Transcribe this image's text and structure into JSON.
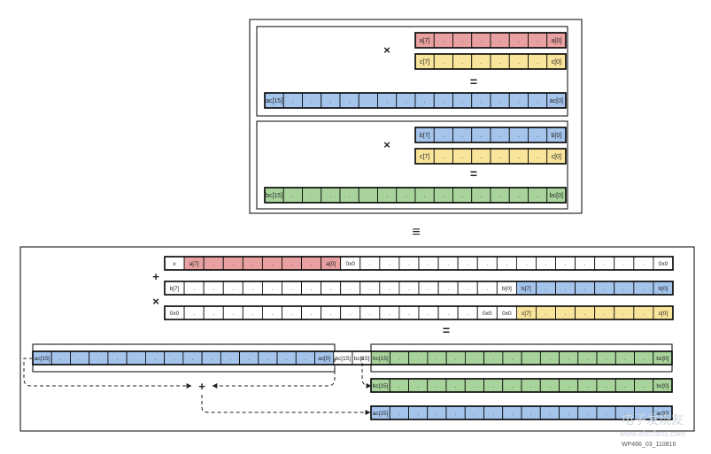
{
  "colors": {
    "red": "#e8a0a0",
    "yellow": "#f8e49a",
    "blue": "#a4c4ec",
    "green": "#a8d49c",
    "white": "#ffffff",
    "stroke": "#000000",
    "arrow": "#222222",
    "text": "#222222",
    "footer": "#555555"
  },
  "operators": {
    "times": "×",
    "equals": "=",
    "equiv": "≡",
    "plus": "+"
  },
  "top_panel": {
    "sub1": {
      "row_a": {
        "left": "a[7]",
        "right": "a[0]",
        "color": "red"
      },
      "row_c": {
        "left": "c[7]",
        "right": "c[0]",
        "color": "yellow"
      },
      "row_ac": {
        "left": "ac[15]",
        "right": "ac[0]",
        "color": "blue"
      }
    },
    "sub2": {
      "row_b": {
        "left": "b[7]",
        "right": "b[0]",
        "color": "blue"
      },
      "row_c": {
        "left": "c[7]",
        "right": "c[0]",
        "color": "yellow"
      },
      "row_bc": {
        "left": "bc[15]",
        "right": "bc[0]",
        "color": "green"
      }
    }
  },
  "bottom_panel": {
    "row1": {
      "x": "x",
      "a_left": "a[7]",
      "a_right": "a[0]",
      "zero_left": "0x0",
      "zero_right": "0x0"
    },
    "row2": {
      "b_left_hi": "b[7]",
      "b_right_hi": "b[0]",
      "b_left_lo": "b[7]",
      "b_right_lo": "b[0]"
    },
    "row3": {
      "zero_left": "0x0",
      "zero_a": "0x0",
      "zero_b": "0x0",
      "c_left": "c[7]",
      "c_right": "c[0]"
    },
    "product": {
      "ac_left": "ac[15]",
      "ac_right": "ac[0]",
      "bc_left": "bc[15]",
      "bc_right": "bc[0]",
      "mid_bc1": "bc[15]",
      "mid_bc2": "bc[15]"
    },
    "result_bc": {
      "left": "bc[15]",
      "right": "bc[0]"
    },
    "result_ac": {
      "left": "ac[15]",
      "right": "ac[0]"
    }
  },
  "watermark": {
    "line1": "电子发烧友",
    "line2": "www.elecfans.com"
  },
  "footer_id": "WP486_03_110816",
  "dot": "."
}
